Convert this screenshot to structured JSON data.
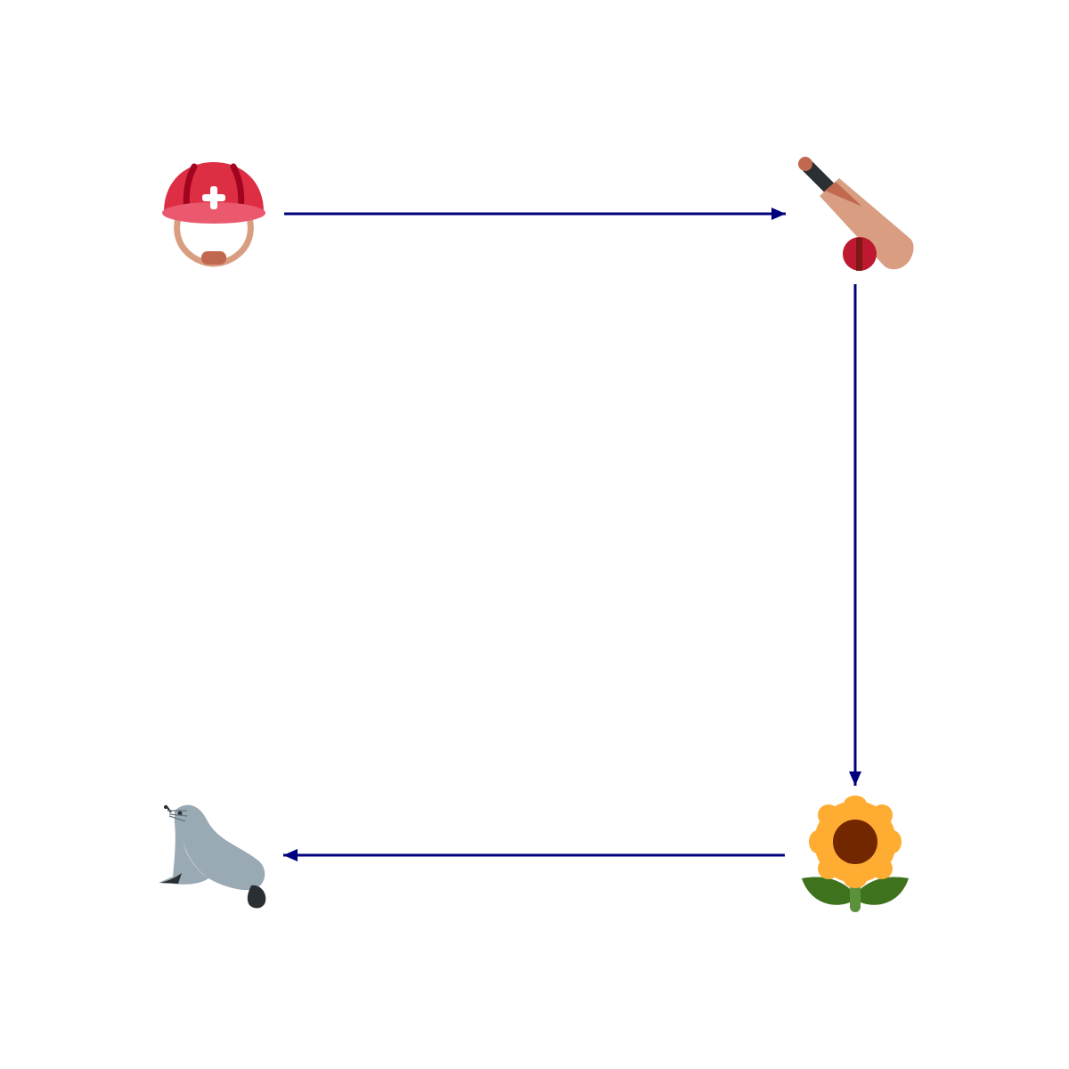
{
  "diagram": {
    "type": "cycle-flow",
    "edge_color": "#000080",
    "nodes": [
      {
        "id": "helmet",
        "icon": "rescue-worker-helmet-icon"
      },
      {
        "id": "cricket",
        "icon": "cricket-bat-and-ball-icon"
      },
      {
        "id": "sunflower",
        "icon": "sunflower-icon"
      },
      {
        "id": "seal",
        "icon": "seal-icon"
      }
    ],
    "edges": [
      {
        "from": "helmet",
        "to": "cricket"
      },
      {
        "from": "cricket",
        "to": "sunflower"
      },
      {
        "from": "sunflower",
        "to": "seal"
      }
    ]
  }
}
